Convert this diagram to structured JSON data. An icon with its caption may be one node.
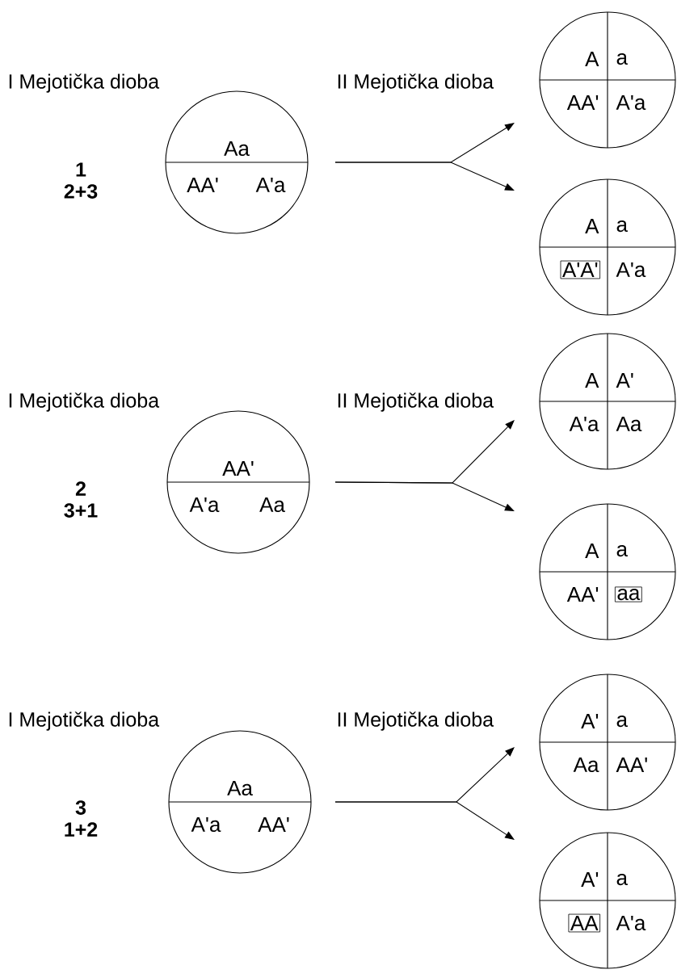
{
  "diagram": {
    "nodes": [
      {
        "text": [
          "Aa",
          "AA'",
          "A'a"
        ]
      },
      {
        "text": [
          "A",
          "a",
          "AA'",
          "A'a"
        ]
      },
      {
        "text": [
          "A",
          "a",
          "A'a"
        ]
      },
      {
        "text": [
          "A'A'"
        ],
        "in": 2
      },
      {
        "text": [
          "AA'",
          "A'a",
          "Aa"
        ]
      },
      {
        "text": [
          "A",
          "A'",
          "A'a",
          "Aa"
        ]
      },
      {
        "text": [
          "A",
          "a",
          "AA'"
        ]
      },
      {
        "text": [
          "aa"
        ],
        "in": 6
      },
      {
        "text": [
          "Aa",
          "A'a",
          "AA'"
        ]
      },
      {
        "text": [
          "A'",
          "a",
          "Aa",
          "AA'"
        ]
      },
      {
        "text": [
          "A'",
          "a",
          "A'a"
        ]
      },
      {
        "text": [
          "AA"
        ],
        "in": 10
      }
    ],
    "edges": [
      {
        "from": 0,
        "to": 1,
        "arrow": "to"
      },
      {
        "from": 0,
        "to": 2,
        "arrow": "to"
      },
      {
        "from": 4,
        "to": 5,
        "arrow": "to"
      },
      {
        "from": 4,
        "to": 6,
        "arrow": "to"
      },
      {
        "from": 8,
        "to": 9,
        "arrow": "to"
      },
      {
        "from": 8,
        "to": 10,
        "arrow": "to"
      }
    ],
    "labels": [
      "I Mejotička dioba",
      "II Mejotička dioba",
      "1",
      "2+3",
      "I Mejotička dioba",
      "II Mejotička dioba",
      "2",
      "3+1",
      "I Mejotička dioba",
      "II Mejotička dioba",
      "3",
      "1+2"
    ]
  }
}
